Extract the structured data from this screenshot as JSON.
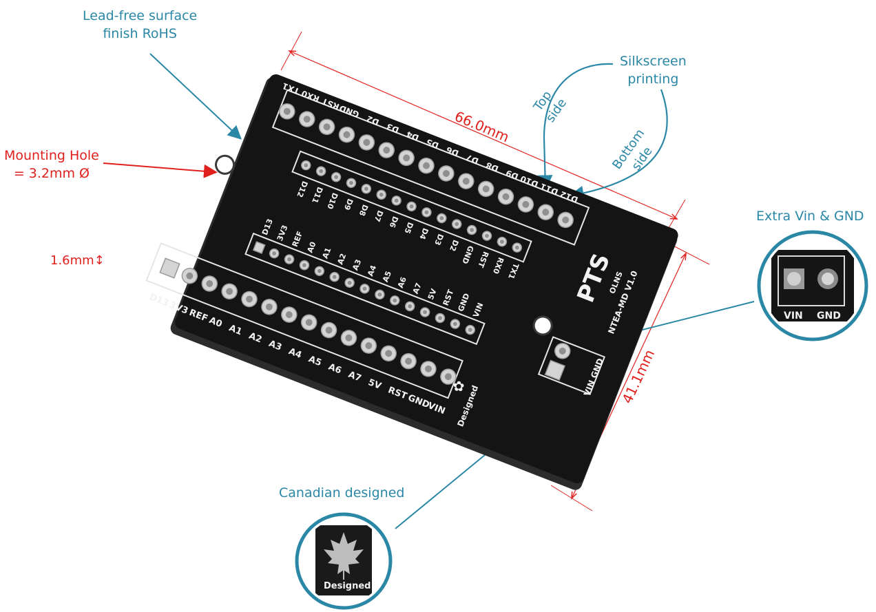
{
  "annotations": {
    "lead_free": "Lead-free surface\nfinish RoHS",
    "mounting_hole": "Mounting Hole\n= 3.2mm Ø",
    "thickness": "1.6mm↕",
    "silkscreen": "Silkscreen\nprinting",
    "top_side": "Top\nside",
    "bottom_side": "Bottom\nside",
    "extra_vin_gnd": "Extra Vin & GND",
    "canadian_designed": "Canadian designed"
  },
  "dimensions": {
    "length": "66.0mm",
    "width": "41.1mm"
  },
  "board": {
    "top_row_labels": [
      "D12",
      "D11",
      "D10",
      "D9",
      "D8",
      "D7",
      "D6",
      "D5",
      "D4",
      "D3",
      "D2",
      "GND",
      "RST",
      "RX0",
      "TX1"
    ],
    "upper_inner_labels": [
      "D12",
      "D11",
      "D10",
      "D9",
      "D8",
      "D7",
      "D6",
      "D5",
      "D4",
      "D3",
      "D2",
      "GND",
      "RST",
      "RX0",
      "TX1"
    ],
    "lower_inner_labels": [
      "D13",
      "3V3",
      "REF",
      "A0",
      "A1",
      "A2",
      "A3",
      "A4",
      "A5",
      "A6",
      "A7",
      "5V",
      "RST",
      "GND",
      "VIN"
    ],
    "bottom_row_labels": [
      "D13",
      "3V3",
      "REF",
      "A0",
      "A1",
      "A2",
      "A3",
      "A4",
      "A5",
      "A6",
      "A7",
      "5V",
      "RST",
      "GND",
      "VIN"
    ],
    "logo": "PTS",
    "logo_sub": "OLNS",
    "model": "NTEA-MD V1.0",
    "vin_gnd_label": "VIN GND",
    "designed_label": "Designed"
  },
  "insets": {
    "vin": "VIN",
    "gnd": "GND",
    "designed": "Designed"
  },
  "colors": {
    "annotation": "#2a87a6",
    "dimension": "#e0201c",
    "pcb": "#141414",
    "silkscreen": "#f2f2f2"
  }
}
